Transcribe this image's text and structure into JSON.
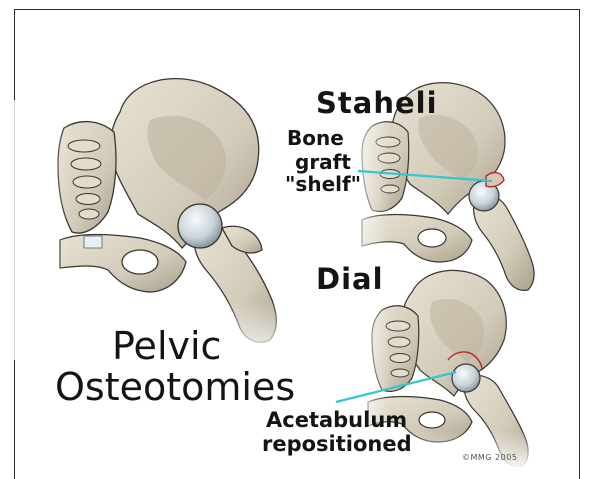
{
  "diagram": {
    "title_line1": "Pelvic",
    "title_line2": "Osteotomies",
    "labels": {
      "staheli": "Staheli",
      "bone_graft_line1": "Bone",
      "bone_graft_line2": "graft",
      "bone_graft_line3": "\"shelf\"",
      "dial": "Dial",
      "acetabulum_line1": "Acetabulum",
      "acetabulum_line2": "repositioned"
    },
    "copyright": "©MMG 2005"
  },
  "colors": {
    "bone": "#d9d2c2",
    "bone_shadow": "#a49b88",
    "outline": "#3a3630",
    "leader_line": "#33c6cf",
    "graft_outline": "#b02a2a",
    "cartilage": "#eef3f6"
  }
}
